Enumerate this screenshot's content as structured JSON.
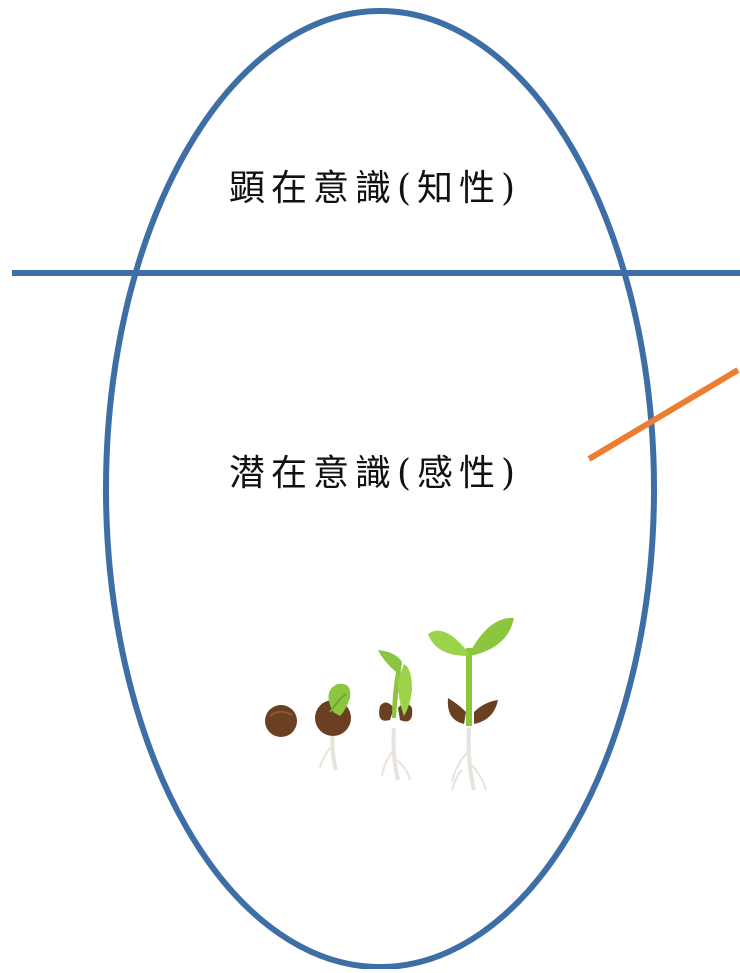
{
  "diagram": {
    "conscious_label": "顕在意識(知性)",
    "subconscious_label": "潜在意識(感性)"
  },
  "colors": {
    "ellipse_stroke": "#3e6ea6",
    "divider_line": "#3e6ea6",
    "pointer_line": "#ed7d31",
    "seed_brown": "#6b3f22",
    "sprout_green": "#8cc63f",
    "leaf_green": "#9bd34a",
    "root_white": "#e8e3dc"
  },
  "illustration": {
    "name": "seed-germination-stages",
    "stages": 4
  }
}
